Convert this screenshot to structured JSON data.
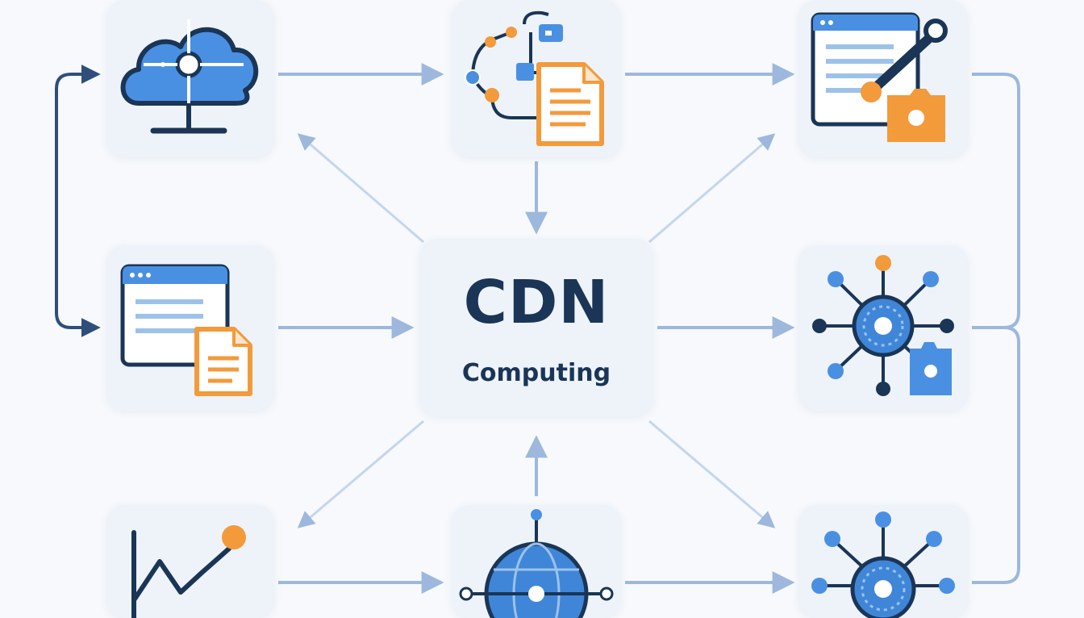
{
  "center": {
    "title": "CDN",
    "subtitle": "Computing"
  },
  "nodes": [
    {
      "id": "cloud",
      "icon": "cloud-server-icon"
    },
    {
      "id": "data-pipeline",
      "icon": "data-pipeline-document-icon"
    },
    {
      "id": "web-editor",
      "icon": "browser-edit-tool-icon"
    },
    {
      "id": "web-page",
      "icon": "browser-document-icon"
    },
    {
      "id": "network-hub",
      "icon": "network-hub-icon"
    },
    {
      "id": "analytics",
      "icon": "line-chart-icon"
    },
    {
      "id": "global-network",
      "icon": "globe-network-icon"
    },
    {
      "id": "edge-node",
      "icon": "network-node-icon"
    }
  ],
  "colors": {
    "arrow": "#9db8dc",
    "arrow_dark": "#2f4f7a",
    "primary": "#3f86d8",
    "navy": "#1a3556",
    "accent": "#f39a3b"
  }
}
